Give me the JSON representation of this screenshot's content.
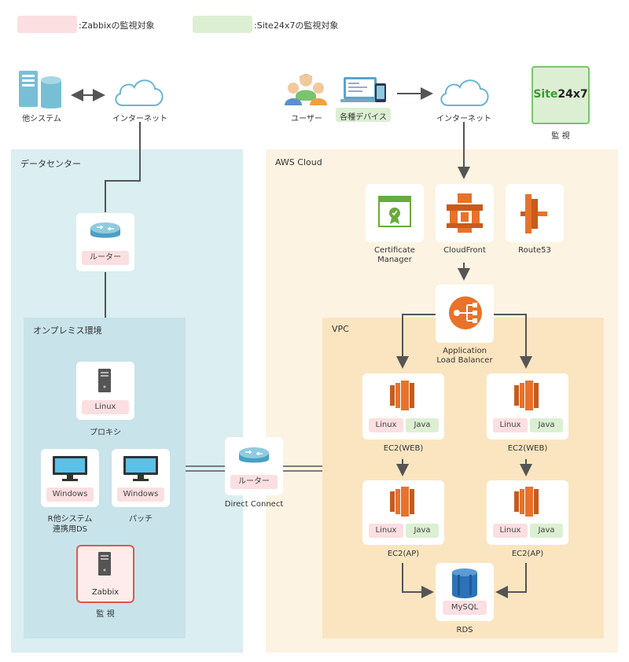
{
  "legend": {
    "zabbix": ":Zabbixの監視対象",
    "site24x7": ":Site24x7の監視対象"
  },
  "top": {
    "other_system": "他システム",
    "internet_left": "インターネット",
    "user": "ユーザー",
    "devices": "各種デバイス",
    "internet_right": "インターネット",
    "site24x7_logo_a": "Site",
    "site24x7_logo_b": "24x7",
    "site24x7_caption": "監 視"
  },
  "datacenter": {
    "title": "データセンター",
    "router": "ルーター"
  },
  "onprem": {
    "title": "オンプレミス環境",
    "proxy_os": "Linux",
    "proxy_caption": "プロキシ",
    "rds_os": "Windows",
    "rds_caption_line1": "R他システム",
    "rds_caption_line2": "連携用DS",
    "patch_os": "Windows",
    "patch_caption": "パッチ",
    "zabbix_label": "Zabbix",
    "zabbix_caption": "監 視"
  },
  "direct_connect": {
    "router": "ルーター",
    "caption": "Direct Connect"
  },
  "aws": {
    "title": "AWS Cloud",
    "cert_line1": "Certificate",
    "cert_line2": "Manager",
    "cloudfront": "CloudFront",
    "route53": "Route53",
    "vpc_title": "VPC",
    "alb_line1": "Application",
    "alb_line2": "Load Balancer",
    "web1": {
      "os": "Linux",
      "app": "Java",
      "caption": "EC2(WEB)"
    },
    "web2": {
      "os": "Linux",
      "app": "Java",
      "caption": "EC2(WEB)"
    },
    "ap1": {
      "os": "Linux",
      "app": "Java",
      "caption": "EC2(AP)"
    },
    "ap2": {
      "os": "Linux",
      "app": "Java",
      "caption": "EC2(AP)"
    },
    "db_engine": "MySQL",
    "rds_caption": "RDS"
  },
  "colors": {
    "datacenter_bg": "#dbeef2",
    "onprem_bg": "#c8e3ea",
    "aws_bg": "#fdf3e2",
    "vpc_bg": "#fbe5c0",
    "pink": "#fbdfe1",
    "green": "#dcefd3",
    "aws_orange": "#e8722a",
    "line": "#555555"
  }
}
